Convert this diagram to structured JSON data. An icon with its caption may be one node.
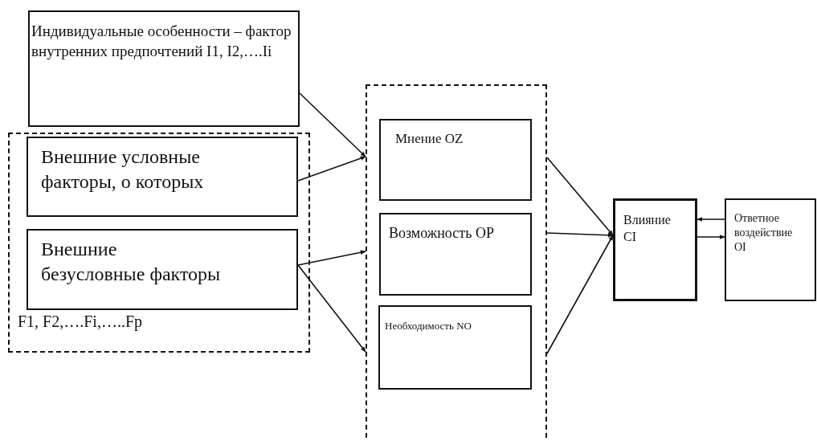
{
  "diagram": {
    "nodes": [
      {
        "text": [
          "Индивидуальные особенности – фактор внутренних предпочтений I1, I2,….Ii"
        ]
      },
      {
        "text": [
          "F1, F2,….Fi,…..Fp"
        ]
      },
      {
        "text": [
          "Внешние условные факторы, о которых"
        ],
        "in": 1
      },
      {
        "text": [
          "Внешние безусловные факторы"
        ],
        "in": 1
      },
      {
        "text": [],
        "shape": "box"
      },
      {
        "text": [
          "Мнение OZ"
        ],
        "in": 4
      },
      {
        "text": [
          "Возможность OP"
        ],
        "in": 4
      },
      {
        "text": [
          "Необходимость NO"
        ],
        "in": 4
      },
      {
        "text": [
          "Влияние CI"
        ]
      },
      {
        "text": [
          "Ответное воздействие OI"
        ]
      }
    ],
    "edges": [
      {
        "from": 0,
        "to": 4,
        "arrow": "to"
      },
      {
        "from": 2,
        "to": 4,
        "arrow": "to"
      },
      {
        "from": 3,
        "to": 4,
        "arrow": "to"
      },
      {
        "from": 3,
        "to": 4,
        "arrow": "to"
      },
      {
        "from": 4,
        "to": 8,
        "arrow": "to"
      },
      {
        "from": 4,
        "to": 8,
        "arrow": "to"
      },
      {
        "from": 4,
        "to": 8,
        "arrow": "to"
      },
      {
        "from": 9,
        "to": 8,
        "arrow": "to"
      },
      {
        "from": 8,
        "to": 9,
        "arrow": "to"
      }
    ]
  }
}
